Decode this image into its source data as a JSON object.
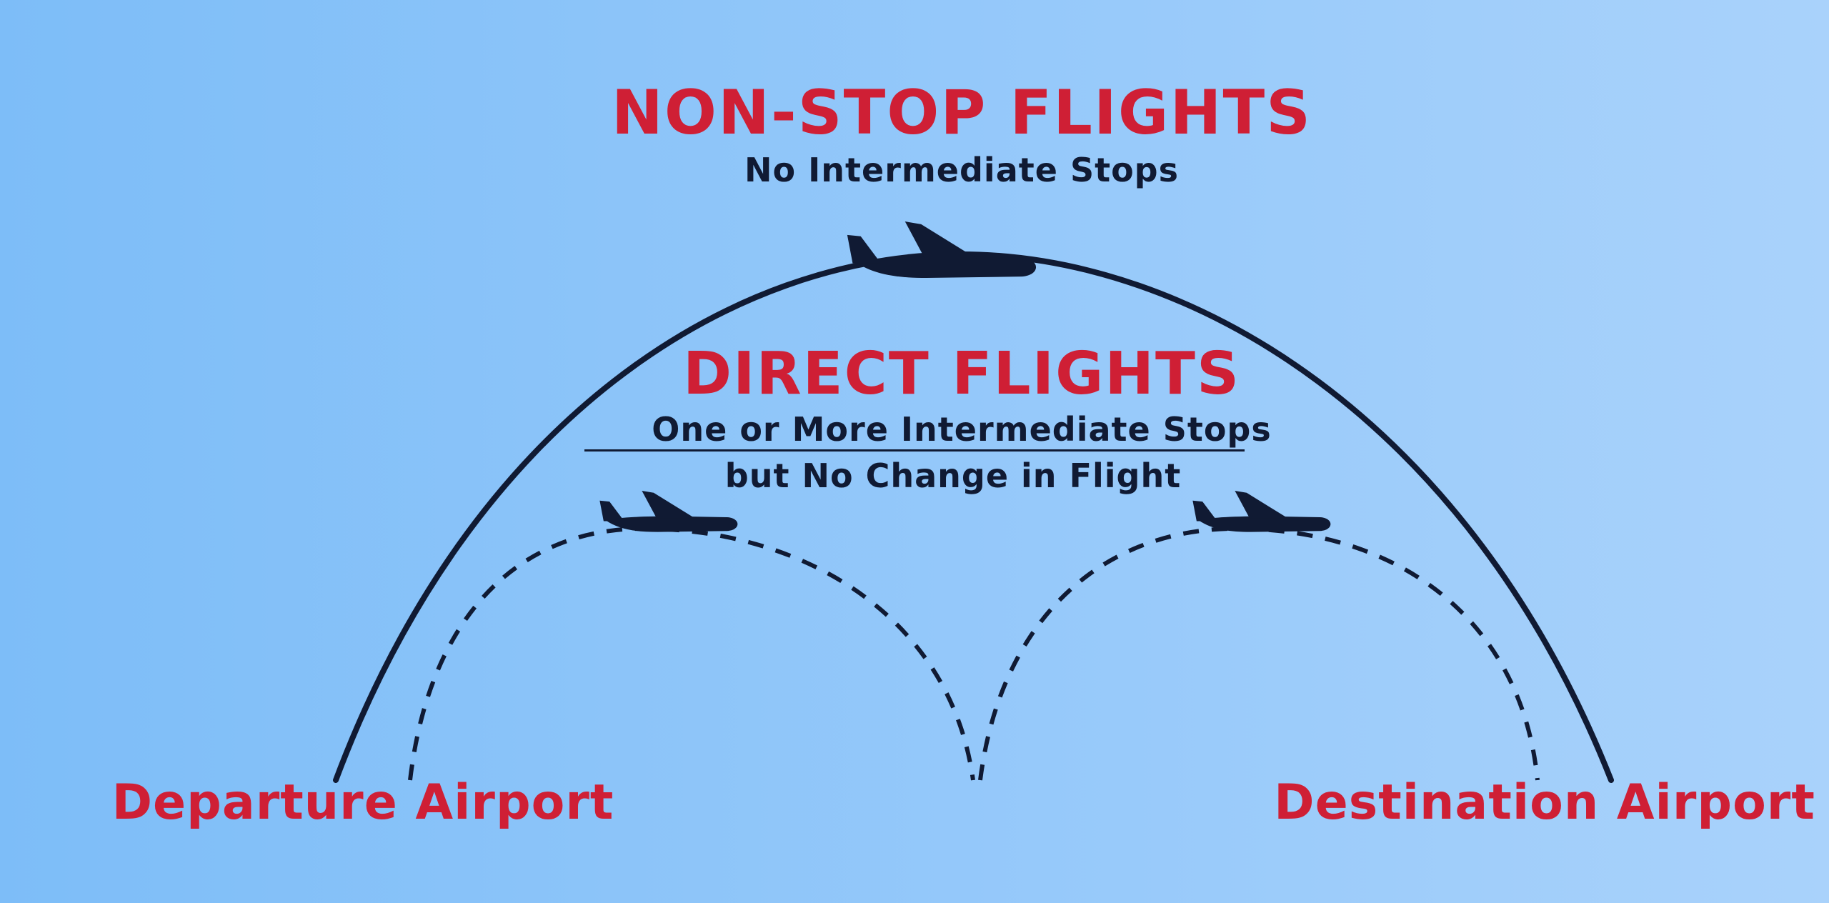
{
  "colors": {
    "background_left": "#7dbdf8",
    "background_right": "#a9d2fb",
    "title_red": "#cf1f35",
    "ink_navy": "#101a33"
  },
  "nonstop": {
    "title": "NON-STOP FLIGHTS",
    "subtitle": "No Intermediate Stops"
  },
  "direct": {
    "title": "DIRECT FLIGHTS",
    "subtitle_line1": "One or More Intermediate Stops",
    "subtitle_line2": "but No Change in Flight"
  },
  "airports": {
    "departure": "Departure Airport",
    "destination": "Destination Airport"
  },
  "icons": {
    "plane": "airplane-icon"
  }
}
